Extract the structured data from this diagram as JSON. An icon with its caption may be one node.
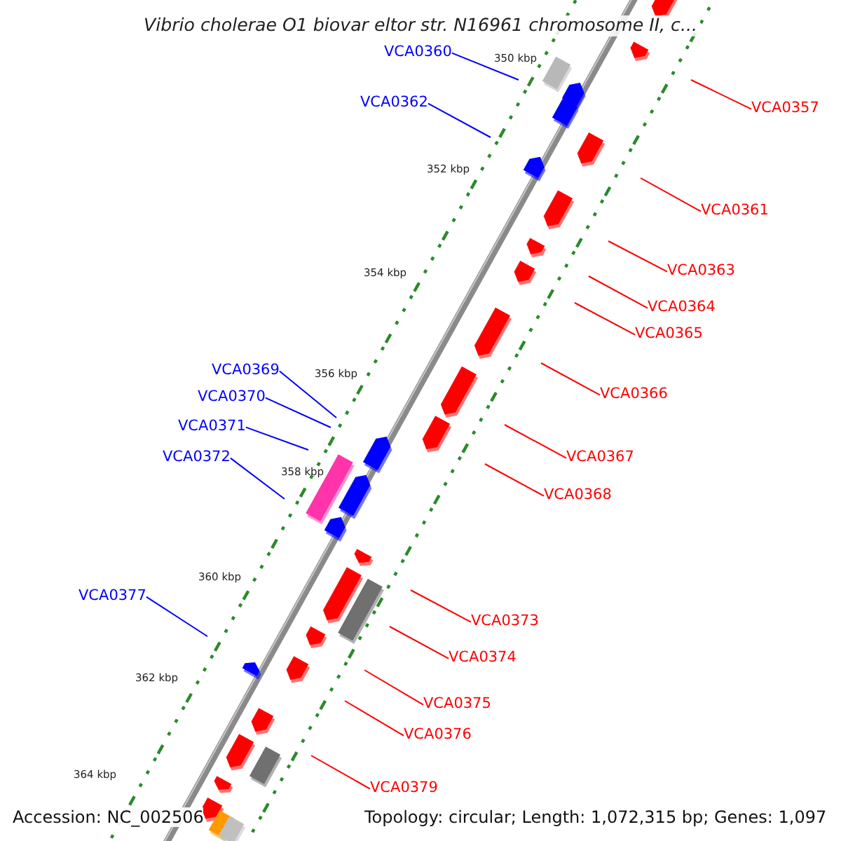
{
  "diagram": {
    "title": "Vibrio cholerae O1 biovar eltor str. N16961 chromosome II, c...",
    "nodes": [
      {
        "text": [
          "VCA0360"
        ]
      },
      {
        "text": [
          "VCA0362"
        ]
      },
      {
        "text": [
          "VCA0357"
        ]
      },
      {
        "text": [
          "VCA0361"
        ]
      },
      {
        "text": [
          "VCA0363"
        ]
      },
      {
        "text": [
          "VCA0364"
        ]
      },
      {
        "text": [
          "VCA0365"
        ]
      },
      {
        "text": [
          "VCA0369"
        ]
      },
      {
        "text": [
          "VCA0366"
        ]
      },
      {
        "text": [
          "VCA0370"
        ]
      },
      {
        "text": [
          "VCA0371"
        ]
      },
      {
        "text": [
          "VCA0367"
        ]
      },
      {
        "text": [
          "VCA0372"
        ]
      },
      {
        "text": [
          "VCA0368"
        ]
      },
      {
        "text": [
          "VCA0377"
        ]
      },
      {
        "text": [
          "VCA0373"
        ]
      },
      {
        "text": [
          "VCA0374"
        ]
      },
      {
        "text": [
          "VCA0375"
        ]
      },
      {
        "text": [
          "VCA0376"
        ]
      },
      {
        "text": [
          "VCA0379"
        ]
      }
    ],
    "edges": [
      {
        "from": 0,
        "to": null,
        "arrow": "none",
        "color": "#0000ff"
      },
      {
        "from": 1,
        "to": null,
        "arrow": "none",
        "color": "#0000ff"
      },
      {
        "from": 2,
        "to": null,
        "arrow": "none"
      },
      {
        "from": 3,
        "to": null,
        "arrow": "none"
      },
      {
        "from": 4,
        "to": null,
        "arrow": "none"
      },
      {
        "from": 5,
        "to": null,
        "arrow": "none"
      },
      {
        "from": 6,
        "to": null,
        "arrow": "none"
      },
      {
        "from": 7,
        "to": null,
        "arrow": "none",
        "color": "#0000ff"
      },
      {
        "from": 8,
        "to": null,
        "arrow": "none"
      },
      {
        "from": 9,
        "to": null,
        "arrow": "none",
        "color": "#0000ff"
      },
      {
        "from": 10,
        "to": null,
        "arrow": "none",
        "color": "#0000ff"
      },
      {
        "from": 11,
        "to": null,
        "arrow": "none"
      },
      {
        "from": 12,
        "to": null,
        "arrow": "none",
        "color": "#0000ff"
      },
      {
        "from": 13,
        "to": null,
        "arrow": "none"
      },
      {
        "from": 14,
        "to": null,
        "arrow": "none",
        "color": "#0000ff"
      },
      {
        "from": 15,
        "to": null,
        "arrow": "none"
      },
      {
        "from": 16,
        "to": null,
        "arrow": "none"
      },
      {
        "from": 17,
        "to": null,
        "arrow": "none"
      },
      {
        "from": 18,
        "to": null,
        "arrow": "none"
      },
      {
        "from": 19,
        "to": null,
        "arrow": "none"
      }
    ],
    "labels": [
      "350 kbp",
      "352 kbp",
      "354 kbp",
      "356 kbp",
      "358 kbp",
      "360 kbp",
      "362 kbp",
      "364 kbp",
      "Accession: NC_002506",
      "Topology: circular; Length: 1,072,315 bp; Genes: 1,097"
    ]
  }
}
